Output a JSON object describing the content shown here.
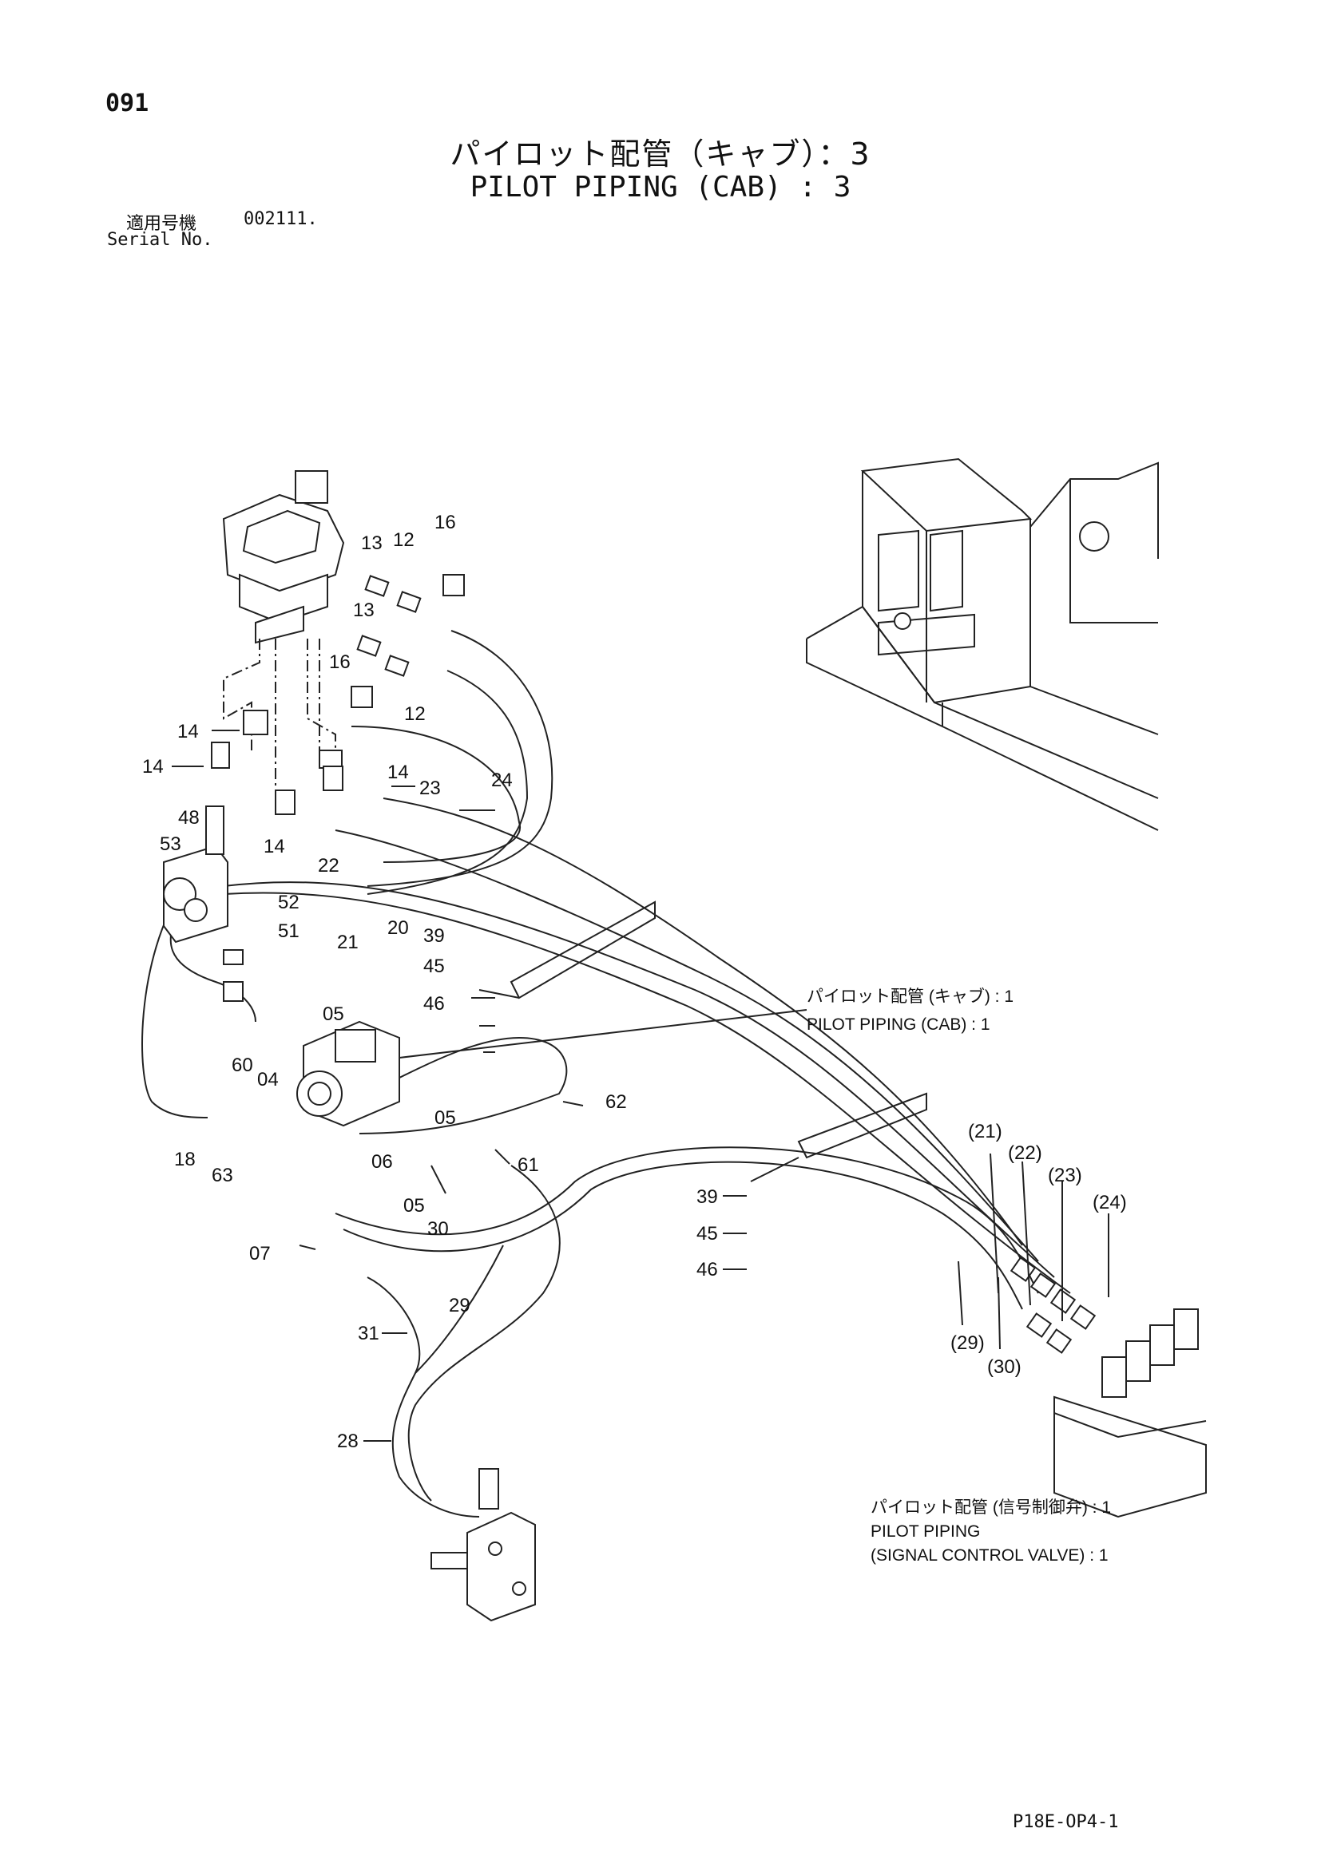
{
  "header": {
    "page_number": "091",
    "title_jp": "パイロット配管（キャブ）：3",
    "title_en": "PILOT PIPING (CAB) : 3",
    "serial_label_jp": "適用号機",
    "serial_label_en": "Serial No.",
    "serial_value": "002111."
  },
  "callouts": [
    {
      "id": "c13a",
      "label": "13"
    },
    {
      "id": "c12a",
      "label": "12"
    },
    {
      "id": "c16a",
      "label": "16"
    },
    {
      "id": "c13b",
      "label": "13"
    },
    {
      "id": "c16b",
      "label": "16"
    },
    {
      "id": "c12b",
      "label": "12"
    },
    {
      "id": "c14a",
      "label": "14"
    },
    {
      "id": "c14b",
      "label": "14"
    },
    {
      "id": "c14c",
      "label": "14"
    },
    {
      "id": "c14d",
      "label": "14"
    },
    {
      "id": "c24",
      "label": "24"
    },
    {
      "id": "c23",
      "label": "23"
    },
    {
      "id": "c22",
      "label": "22"
    },
    {
      "id": "c48",
      "label": "48"
    },
    {
      "id": "c53",
      "label": "53"
    },
    {
      "id": "c52",
      "label": "52"
    },
    {
      "id": "c51",
      "label": "51"
    },
    {
      "id": "c21",
      "label": "21"
    },
    {
      "id": "c20",
      "label": "20"
    },
    {
      "id": "c39a",
      "label": "39"
    },
    {
      "id": "c45a",
      "label": "45"
    },
    {
      "id": "c46a",
      "label": "46"
    },
    {
      "id": "c05a",
      "label": "05"
    },
    {
      "id": "c60",
      "label": "60"
    },
    {
      "id": "c04",
      "label": "04"
    },
    {
      "id": "c62",
      "label": "62"
    },
    {
      "id": "c05b",
      "label": "05"
    },
    {
      "id": "c06",
      "label": "06"
    },
    {
      "id": "c61",
      "label": "61"
    },
    {
      "id": "c05c",
      "label": "05"
    },
    {
      "id": "c30",
      "label": "30"
    },
    {
      "id": "c18",
      "label": "18"
    },
    {
      "id": "c63",
      "label": "63"
    },
    {
      "id": "c07",
      "label": "07"
    },
    {
      "id": "c29",
      "label": "29"
    },
    {
      "id": "c31",
      "label": "31"
    },
    {
      "id": "c28",
      "label": "28"
    },
    {
      "id": "c39b",
      "label": "39"
    },
    {
      "id": "c45b",
      "label": "45"
    },
    {
      "id": "c46b",
      "label": "46"
    },
    {
      "id": "cp21",
      "label": "(21)"
    },
    {
      "id": "cp22",
      "label": "(22)"
    },
    {
      "id": "cp23",
      "label": "(23)"
    },
    {
      "id": "cp24",
      "label": "(24)"
    },
    {
      "id": "cp29",
      "label": "(29)"
    },
    {
      "id": "cp30",
      "label": "(30)"
    }
  ],
  "notes": {
    "cab_ref_jp": "パイロット配管 (キャブ) : 1",
    "cab_ref_en": "PILOT PIPING (CAB) : 1",
    "valve_ref_jp": "パイロット配管 (信号制御弁) : 1",
    "valve_ref_en1": "PILOT PIPING",
    "valve_ref_en2": "(SIGNAL CONTROL VALVE) : 1"
  },
  "footer": {
    "drawing_code": "P18E-OP4-1"
  }
}
